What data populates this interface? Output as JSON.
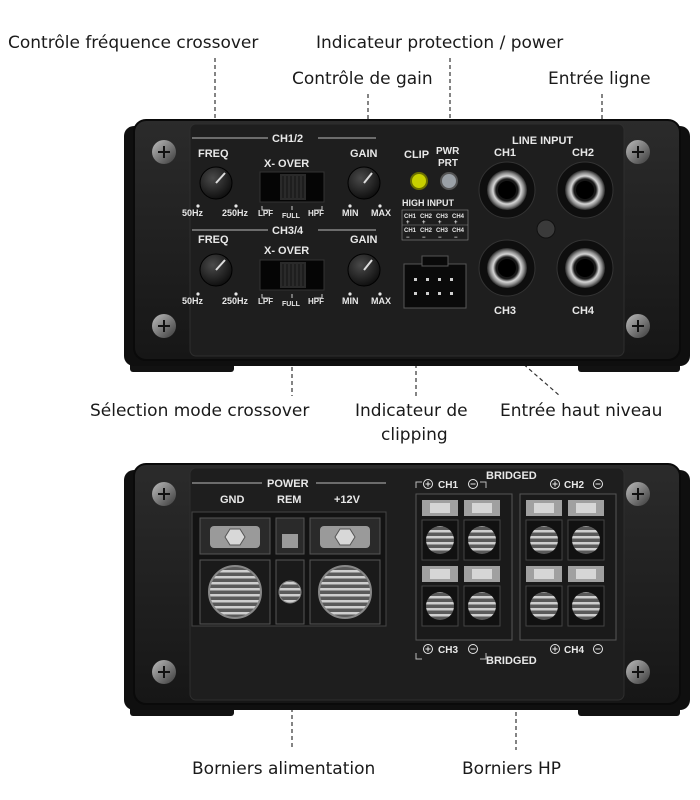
{
  "callouts": {
    "freq_control": "Contrôle fréquence crossover",
    "protect_power": "Indicateur protection / power",
    "gain_control": "Contrôle de gain",
    "line_input": "Entrée ligne",
    "xover_mode": "Sélection mode crossover",
    "clip_indicator_1": "Indicateur de",
    "clip_indicator_2": "clipping",
    "high_input": "Entrée haut niveau",
    "power_terminals": "Borniers alimentation",
    "speaker_terminals": "Borniers HP"
  },
  "front_panel": {
    "ch12": "CH1/2",
    "ch34": "CH3/4",
    "freq": "FREQ",
    "freq_min": "50Hz",
    "freq_max": "250Hz",
    "xover": "X- OVER",
    "lpf": "LPF",
    "full": "FULL",
    "hpf": "HPF",
    "gain": "GAIN",
    "gain_min": "MIN",
    "gain_max": "MAX",
    "clip": "CLIP",
    "pwr": "PWR",
    "prt": "PRT",
    "high_input": "HIGH INPUT",
    "high_ch_top": [
      "CH1",
      "CH2",
      "CH3",
      "CH4"
    ],
    "line_input": "LINE INPUT",
    "ch1": "CH1",
    "ch2": "CH2",
    "ch3": "CH3",
    "ch4": "CH4"
  },
  "rear_panel": {
    "power": "POWER",
    "gnd": "GND",
    "rem": "REM",
    "v12": "+12V",
    "bridged": "BRIDGED",
    "ch1": "CH1",
    "ch2": "CH2",
    "ch3": "CH3",
    "ch4": "CH4",
    "plus": "+",
    "minus": "−"
  },
  "colors": {
    "body": "#1c1c1c",
    "panel": "#2a2a2a",
    "text": "#e8e8e8",
    "led_clip": "#c8d000",
    "led_pwr": "#9aa0a6"
  }
}
